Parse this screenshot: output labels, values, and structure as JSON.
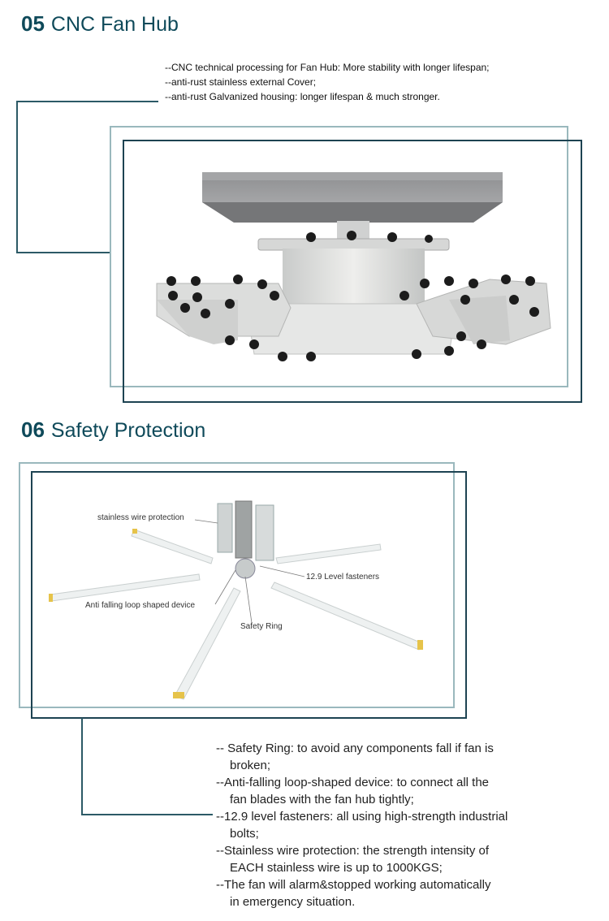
{
  "section1": {
    "number": "05",
    "title": "CNC Fan Hub",
    "notes": [
      "--CNC technical processing for Fan Hub: More stability with longer lifespan;",
      "--anti-rust stainless external Cover;",
      "--anti-rust Galvanized housing: longer lifespan & much stronger."
    ]
  },
  "section2": {
    "number": "06",
    "title": "Safety Protection",
    "callouts": {
      "wire": "stainless wire protection",
      "fasteners": "12.9 Level fasteners",
      "anti_falling": "Anti falling loop shaped device",
      "ring": "Safety Ring"
    },
    "features": [
      {
        "line1": "-- Safety Ring: to avoid any components fall if fan is",
        "line2": "broken;"
      },
      {
        "line1": "--Anti-falling loop-shaped device: to connect all the",
        "line2": "fan blades with the fan hub tightly;"
      },
      {
        "line1": "--12.9 level fasteners: all using high-strength industrial",
        "line2": "bolts;"
      },
      {
        "line1": "--Stainless wire protection: the strength intensity of",
        "line2": "EACH stainless wire is up to 1000KGS;"
      },
      {
        "line1": "--The fan will alarm&stopped working automatically",
        "line2": "in emergency situation."
      }
    ]
  }
}
